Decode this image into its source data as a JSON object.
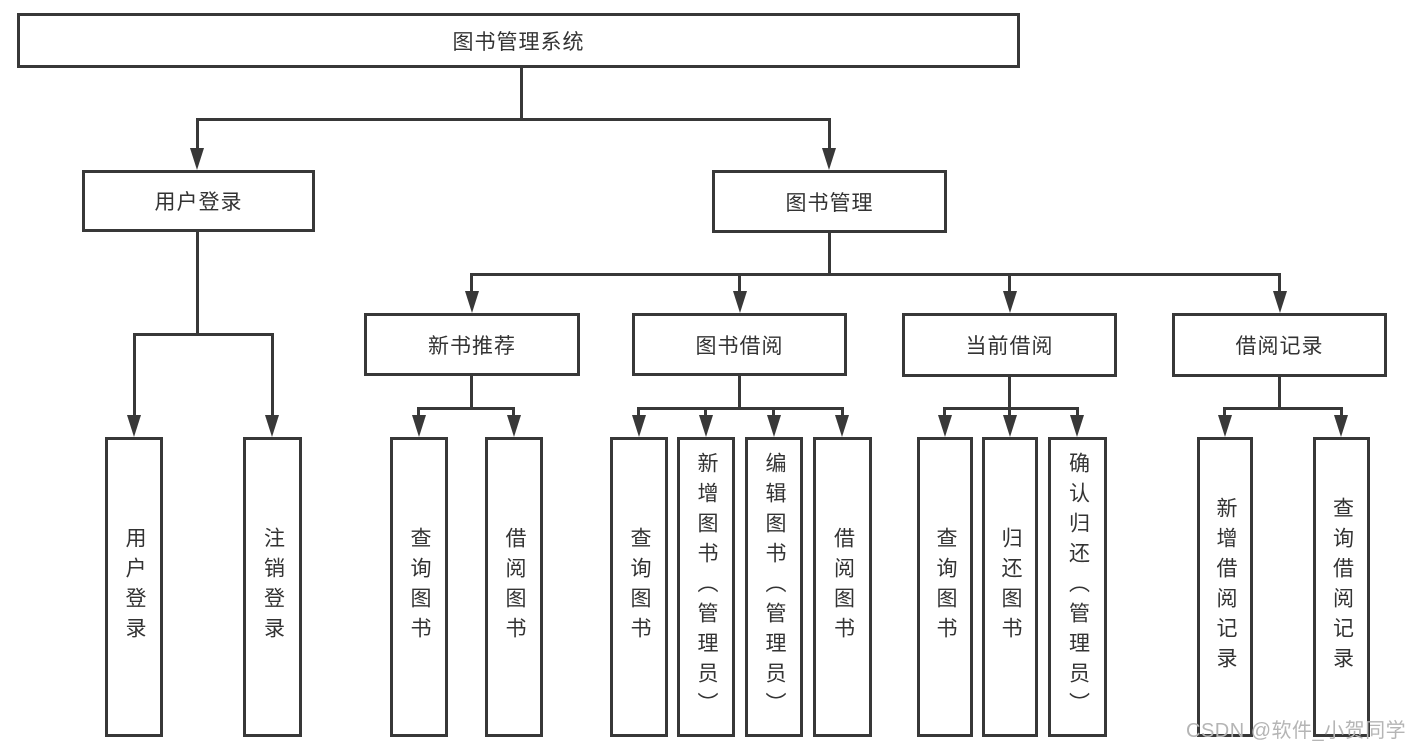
{
  "nodes": {
    "root": {
      "label": "图书管理系统"
    },
    "level2": [
      {
        "label": "用户登录"
      },
      {
        "label": "图书管理"
      }
    ],
    "level3": [
      {
        "label": "新书推荐",
        "parent": "图书管理"
      },
      {
        "label": "图书借阅",
        "parent": "图书管理"
      },
      {
        "label": "当前借阅",
        "parent": "图书管理"
      },
      {
        "label": "借阅记录",
        "parent": "图书管理"
      }
    ],
    "leaves": [
      {
        "label": "用户登录",
        "parent": "用户登录"
      },
      {
        "label": "注销登录",
        "parent": "用户登录"
      },
      {
        "label": "查询图书",
        "parent": "新书推荐"
      },
      {
        "label": "借阅图书",
        "parent": "新书推荐"
      },
      {
        "label": "查询图书",
        "parent": "图书借阅"
      },
      {
        "label": "新增图书（管理员）",
        "parent": "图书借阅"
      },
      {
        "label": "编辑图书（管理员）",
        "parent": "图书借阅"
      },
      {
        "label": "借阅图书",
        "parent": "图书借阅"
      },
      {
        "label": "查询图书",
        "parent": "当前借阅"
      },
      {
        "label": "归还图书",
        "parent": "当前借阅"
      },
      {
        "label": "确认归还（管理员）",
        "parent": "当前借阅"
      },
      {
        "label": "新增借阅记录",
        "parent": "借阅记录"
      },
      {
        "label": "查询借阅记录",
        "parent": "借阅记录"
      }
    ]
  },
  "watermark": {
    "text": "CSDN @软件_小贺同学"
  },
  "colors": {
    "line": "#383838",
    "text": "#333333",
    "background": "#ffffff",
    "watermark": "#b5b5b5"
  }
}
